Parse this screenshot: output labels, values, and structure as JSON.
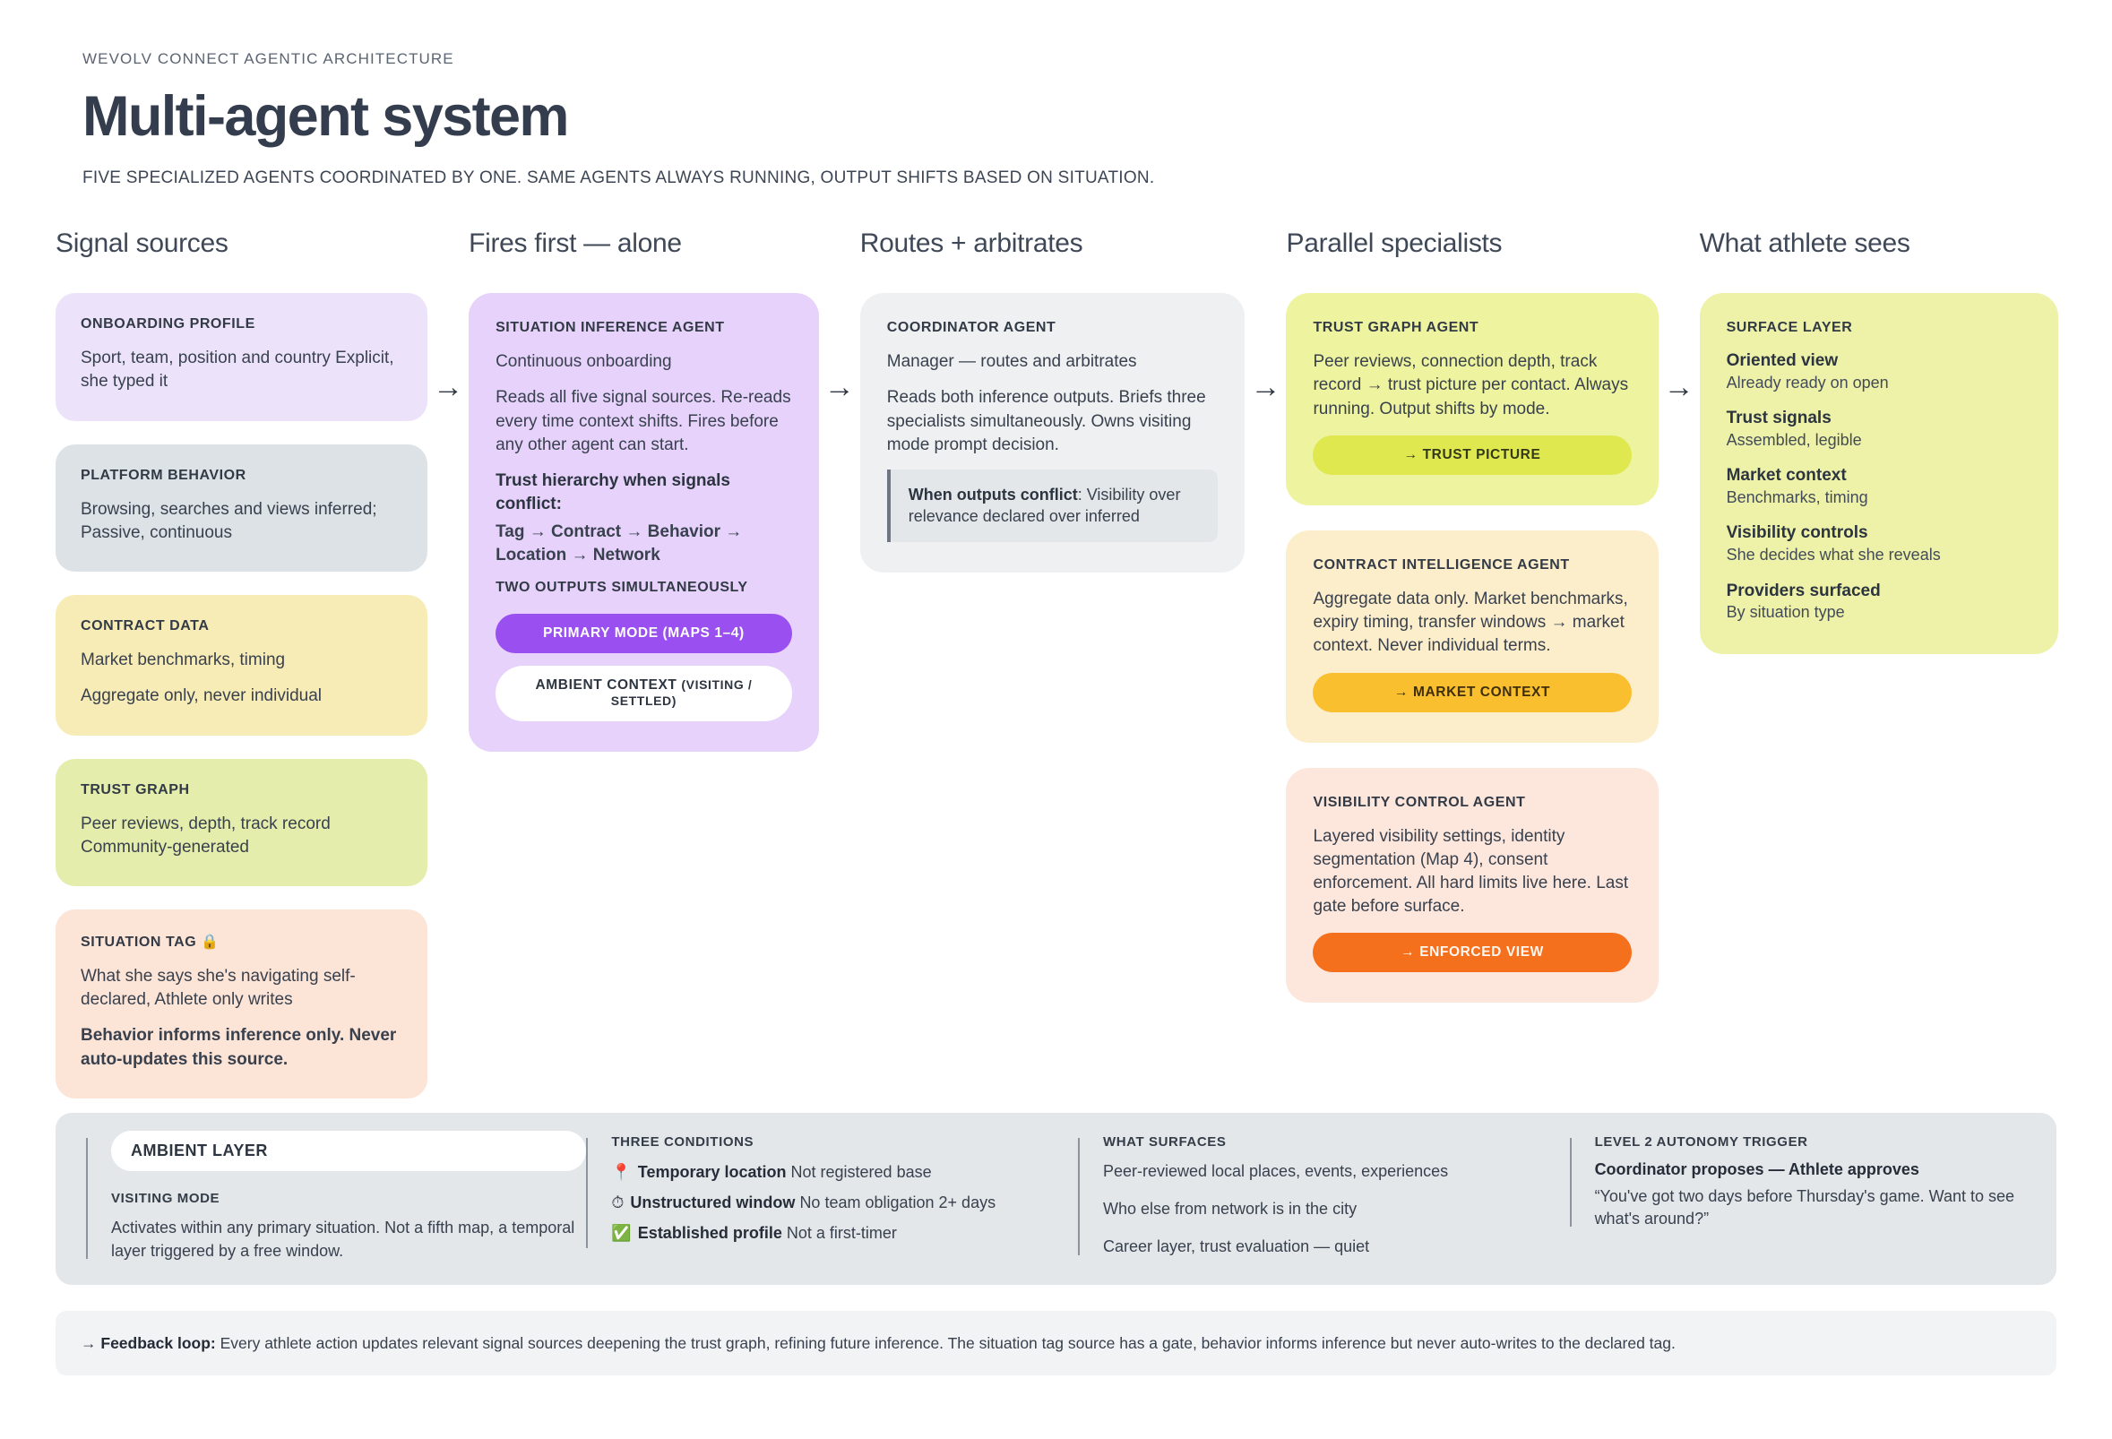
{
  "header": {
    "eyebrow": "WEVOLV CONNECT AGENTIC ARCHITECTURE",
    "title": "Multi-agent system",
    "subtitle": "FIVE SPECIALIZED AGENTS COORDINATED BY ONE. SAME AGENTS ALWAYS RUNNING, OUTPUT SHIFTS BASED ON SITUATION."
  },
  "arrow_glyph": "→",
  "columns": {
    "signal_sources": {
      "heading": "Signal sources",
      "cards": [
        {
          "kicker": "ONBOARDING PROFILE",
          "lines": [
            "Sport, team, position and country Explicit, she typed it"
          ]
        },
        {
          "kicker": "PLATFORM BEHAVIOR",
          "lines": [
            "Browsing, searches and views inferred; Passive, continuous"
          ]
        },
        {
          "kicker": "CONTRACT DATA",
          "lines": [
            "Market benchmarks, timing",
            "Aggregate only, never individual"
          ]
        },
        {
          "kicker": "TRUST GRAPH",
          "lines": [
            "Peer reviews, depth, track record Community-generated"
          ]
        },
        {
          "kicker": "SITUATION TAG 🔒",
          "lines": [
            "What she says she's navigating self-declared, Athlete only writes"
          ],
          "bold_lines": [
            "Behavior informs inference only. Never auto-updates this source."
          ]
        }
      ]
    },
    "fires_first": {
      "heading": "Fires first — alone",
      "card": {
        "kicker": "SITUATION INFERENCE AGENT",
        "subtitle": "Continuous onboarding",
        "body": "Reads all five signal sources. Re-reads every time context shifts. Fires before any other agent can start.",
        "hierarchy_label": "Trust hierarchy when signals conflict:",
        "hierarchy_value": "Tag → Contract → Behavior → Location → Network",
        "outputs_label": "TWO OUTPUTS SIMULTANEOUSLY",
        "pill_primary": "PRIMARY MODE (MAPS 1–4)",
        "pill_ambient_main": "AMBIENT CONTEXT ",
        "pill_ambient_sub": "(VISITING / SETTLED)"
      }
    },
    "routes": {
      "heading": "Routes + arbitrates",
      "card": {
        "kicker": "COORDINATOR AGENT",
        "subtitle": "Manager — routes and arbitrates",
        "body": "Reads both inference outputs. Briefs three specialists simultaneously. Owns visiting mode prompt decision.",
        "note_label": "When outputs conflict",
        "note_text": ": Visibility over relevance declared over inferred"
      }
    },
    "specialists": {
      "heading": "Parallel specialists",
      "cards": [
        {
          "kicker": "TRUST GRAPH AGENT",
          "body": "Peer reviews, connection depth, track record → trust picture per contact. Always running. Output shifts by mode.",
          "pill": "→ TRUST PICTURE"
        },
        {
          "kicker": "CONTRACT INTELLIGENCE AGENT",
          "body": "Aggregate data only. Market benchmarks, expiry timing, transfer windows → market context. Never individual terms.",
          "pill": "→ MARKET CONTEXT"
        },
        {
          "kicker": "VISIBILITY CONTROL AGENT",
          "body": "Layered visibility settings, identity segmentation (Map 4), consent enforcement. All hard limits live here. Last gate before surface.",
          "pill": "→ ENFORCED VIEW"
        }
      ]
    },
    "athlete_sees": {
      "heading": "What athlete sees",
      "card": {
        "kicker": "SURFACE LAYER",
        "rows": [
          {
            "key": "Oriented view",
            "value": "Already ready on open"
          },
          {
            "key": "Trust signals",
            "value": "Assembled, legible"
          },
          {
            "key": "Market context",
            "value": "Benchmarks, timing"
          },
          {
            "key": "Visibility controls",
            "value": "She decides what she reveals"
          },
          {
            "key": "Providers surfaced",
            "value": "By situation type"
          }
        ]
      }
    }
  },
  "panel": {
    "ambient": {
      "chip": "AMBIENT LAYER",
      "kicker": "VISITING MODE",
      "body": "Activates within any primary situation. Not a fifth map, a temporal layer triggered by a free window."
    },
    "conditions": {
      "kicker": "THREE CONDITIONS",
      "items": [
        {
          "icon": "📍",
          "icon_name": "location-pin-icon",
          "bold": "Temporary location",
          "rest": "Not registered base"
        },
        {
          "icon": "⏱",
          "icon_name": "stopwatch-icon",
          "bold": "Unstructured window",
          "rest": "No team obligation 2+ days"
        },
        {
          "icon": "✅",
          "icon_name": "check-box-icon",
          "bold": "Established profile",
          "rest": "Not a first-timer"
        }
      ]
    },
    "surfaces": {
      "kicker": "WHAT SURFACES",
      "items": [
        "Peer-reviewed local places, events, experiences",
        "Who else from network is in the city",
        "Career layer, trust evaluation — quiet"
      ]
    },
    "autonomy": {
      "kicker": "LEVEL 2 AUTONOMY TRIGGER",
      "trigger": "Coordinator proposes — Athlete approves",
      "quote": "“You've got two days before Thursday's game. Want to see what's around?”"
    }
  },
  "footer": {
    "arrow": "→",
    "label": "Feedback loop:",
    "text": " Every athlete action updates relevant signal sources deepening the trust graph, refining future inference. The situation tag source has a gate, behavior informs inference but never auto-writes to the declared tag."
  }
}
